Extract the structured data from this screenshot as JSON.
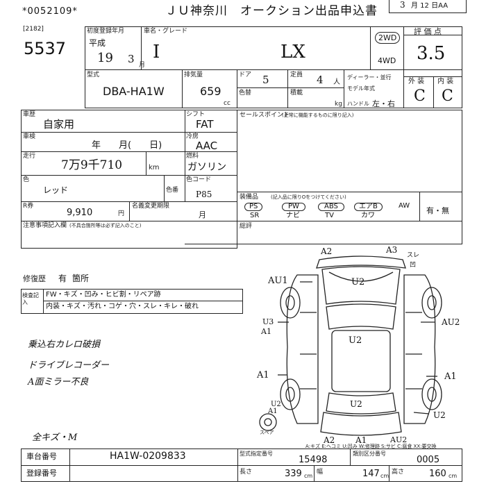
{
  "header": {
    "serial": "*0052109*",
    "title": "ＪＵ神奈川　オークション出品申込書",
    "date_handwritten": "3",
    "date_printed": "月 12 日AA",
    "lot_code": "[2182]",
    "lot_number": "5537"
  },
  "vehicle": {
    "first_reg_label": "初度登録年月",
    "era": "平成",
    "year": "19",
    "month": "3",
    "month_unit": "月",
    "name_label": "車名・グレード",
    "name": "I",
    "grade": "LX",
    "drive_2wd": "2WD",
    "drive_4wd": "4WD",
    "score_label": "評 価 点",
    "score": "3.5",
    "model_label": "型式",
    "model": "DBA-HA1W",
    "displacement_label": "排気量",
    "displacement": "659",
    "displacement_unit": "cc",
    "doors_label": "ドア",
    "doors": "5",
    "capacity_label": "定員",
    "capacity": "4",
    "capacity_unit": "人",
    "color_label": "色替",
    "loading_label": "積載",
    "kg_label": "kg",
    "handle_label": "ハンドル",
    "handle": "左・右",
    "dealer_label": "ディーラー・並行",
    "model_year_label": "モデル年式",
    "exterior_label": "外 装",
    "interior_label": "内 装",
    "exterior": "C",
    "interior": "C"
  },
  "usage": {
    "label": "車歴",
    "value": "自家用",
    "shaken_label": "車検",
    "shaken": "年　　月(　　日)",
    "mileage_label": "走行",
    "mileage": "7万9千710",
    "mileage_unit": "km",
    "color_label": "色",
    "color": "レッド",
    "color_code_label": "色番",
    "color_code": "P85",
    "tax_label": "R券",
    "tax": "9,910",
    "tax_unit": "円",
    "recycle_label": "名義変更期限",
    "recycle_month": "月",
    "remarks_label": "注意事項記入欄",
    "remarks_note": "(不具合箇所等は必ず記入のこと)",
    "repair_label": "修復歴",
    "repair_value": "有",
    "repair_value2": "箇所"
  },
  "spec": {
    "shift_label": "シフト",
    "shift": "FAT",
    "ac_label": "冷房",
    "ac": "AAC",
    "fuel_label": "燃料",
    "fuel": "ガソリン",
    "color_code_label": "色コード",
    "sales_label": "セールスポイント",
    "sales_note": "(正常に機能するものに限り記入)",
    "equip_label": "装備品",
    "equip_note": "(記入品に限りOをつけてください)",
    "options_row1": [
      "PS",
      "PW",
      "ABS",
      "エアB",
      "AW"
    ],
    "options_row2": [
      "SR",
      "ナビ",
      "TV",
      "カワ"
    ],
    "yes_no": "有・無",
    "handwritten_yes": "有",
    "usage_label": "総評"
  },
  "inspection": {
    "label": "検査記入",
    "row1": "FW・キズ・凹み・ヒビ割・リペア跡",
    "row2": "内装・キズ・汚れ・コゲ・穴・スレ・キレ・破れ"
  },
  "notes": {
    "line1": "乗込右カレロ破損",
    "line2": "ドライブレコーダー",
    "line3": "A面ミラー不良",
    "line4": "全キズ・M",
    "spare_label": "スペア"
  },
  "diagram": {
    "marks": [
      "A2",
      "A3",
      "スレ",
      "凹",
      "AU1",
      "U2",
      "U3",
      "A1",
      "AU2",
      "U2",
      "A1",
      "A1",
      "U2",
      "A1",
      "U2",
      "U2",
      "A2",
      "A1",
      "AU2"
    ],
    "legend": "A:キズ E:ヘコミ U:凹み W:修理跡 S:サビ C:腐食 XX:要交換"
  },
  "footer": {
    "chassis_label": "車台番号",
    "chassis": "HA1W-0209833",
    "registration_label": "登録番号",
    "type_no_label": "型式指定番号",
    "type_no": "15498",
    "category_label": "類別区分番号",
    "category": "0005",
    "length_label": "長さ",
    "length": "339",
    "width_label": "幅",
    "width": "147",
    "height_label": "高さ",
    "height": "160",
    "cm1": "cm",
    "cm2": "cm",
    "cm3": "cm"
  }
}
